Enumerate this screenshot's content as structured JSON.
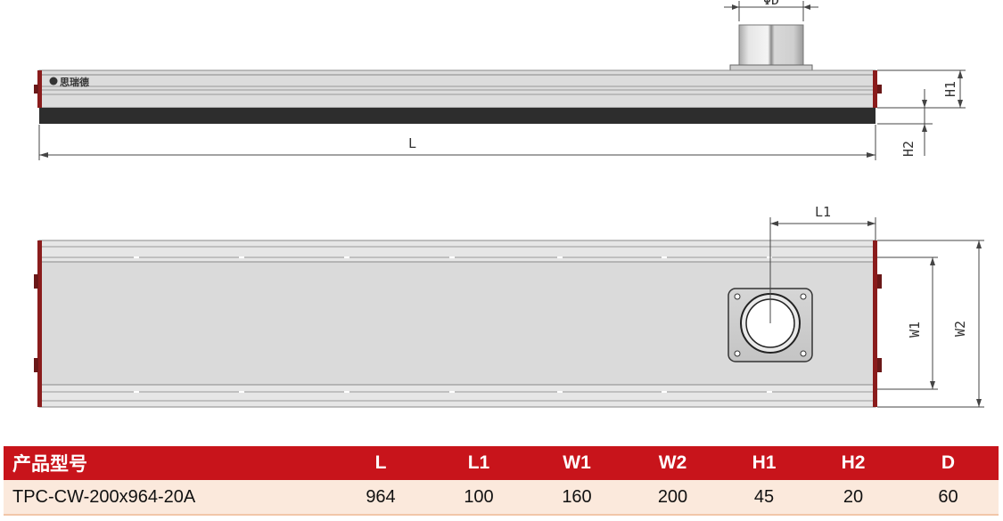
{
  "drawing": {
    "brand": "思瑞德",
    "labels": {
      "d": "ΦD",
      "h1": "H1",
      "h2": "H2",
      "l": "L",
      "l1": "L1",
      "w1": "W1",
      "w2": "W2"
    }
  },
  "table": {
    "headers": [
      "产品型号",
      "L",
      "L1",
      "W1",
      "W2",
      "H1",
      "H2",
      "D"
    ],
    "rows": [
      [
        "TPC-CW-200x964-20A",
        "964",
        "100",
        "160",
        "200",
        "45",
        "20",
        "60"
      ]
    ]
  }
}
